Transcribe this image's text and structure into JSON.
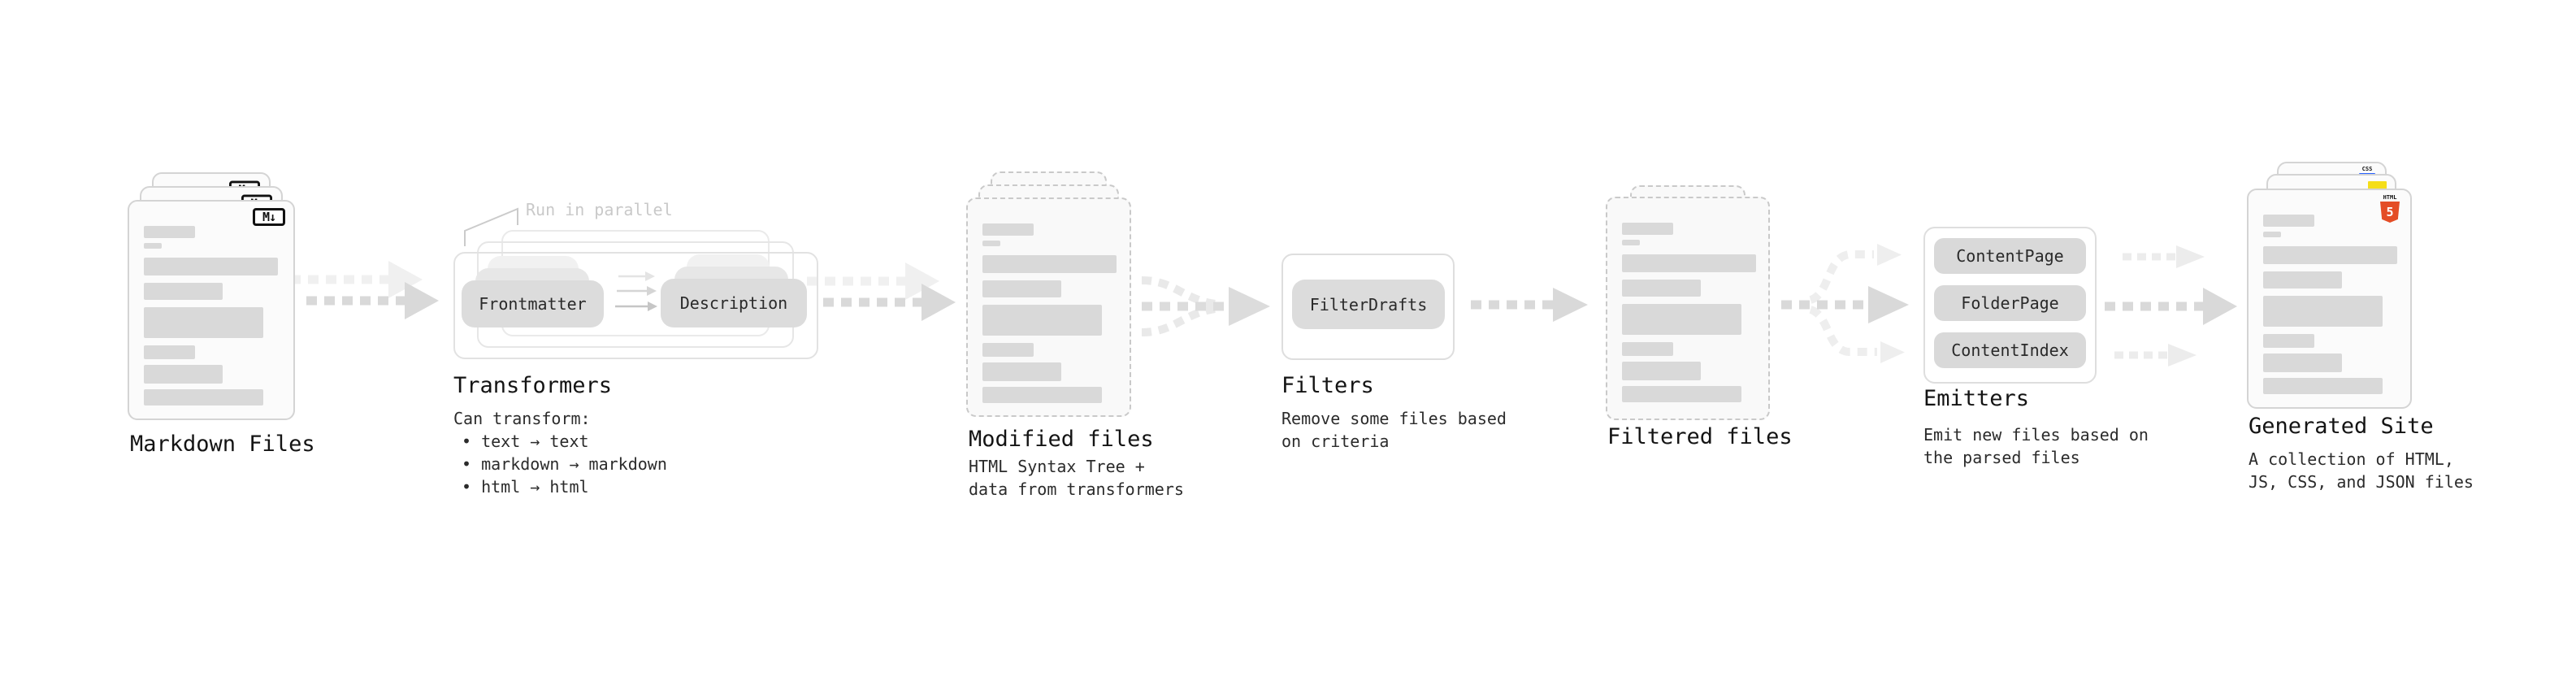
{
  "stages": {
    "markdown": {
      "title": "Markdown Files",
      "badge": "M↓"
    },
    "transformers": {
      "title": "Transformers",
      "annotation": "Run in parallel",
      "pill_a": "Frontmatter",
      "pill_b": "Description",
      "desc": "Can transform:",
      "bullets": [
        "• text → text",
        "• markdown → markdown",
        "• html → html"
      ]
    },
    "modified": {
      "title": "Modified files",
      "desc_lines": [
        "HTML Syntax Tree +",
        "data from transformers"
      ]
    },
    "filters": {
      "title": "Filters",
      "pill": "FilterDrafts",
      "desc_lines": [
        "Remove some files based",
        "on criteria"
      ]
    },
    "filtered": {
      "title": "Filtered files"
    },
    "emitters": {
      "title": "Emitters",
      "pills": [
        "ContentPage",
        "FolderPage",
        "ContentIndex"
      ],
      "desc_lines": [
        "Emit new files based on",
        "the parsed files"
      ]
    },
    "generated": {
      "title": "Generated Site",
      "badge_css": "CSS",
      "badge_html_label": "HTML",
      "badge_html_number": "5",
      "desc_lines": [
        "A collection of HTML,",
        "JS, CSS, and JSON files"
      ]
    }
  },
  "colors": {
    "html5_orange": "#e44d26",
    "js_yellow": "#f5de19",
    "css_blue": "#2962ff",
    "arrow_main": "#d9d9d9",
    "arrow_echo": "#f0f0f0"
  }
}
